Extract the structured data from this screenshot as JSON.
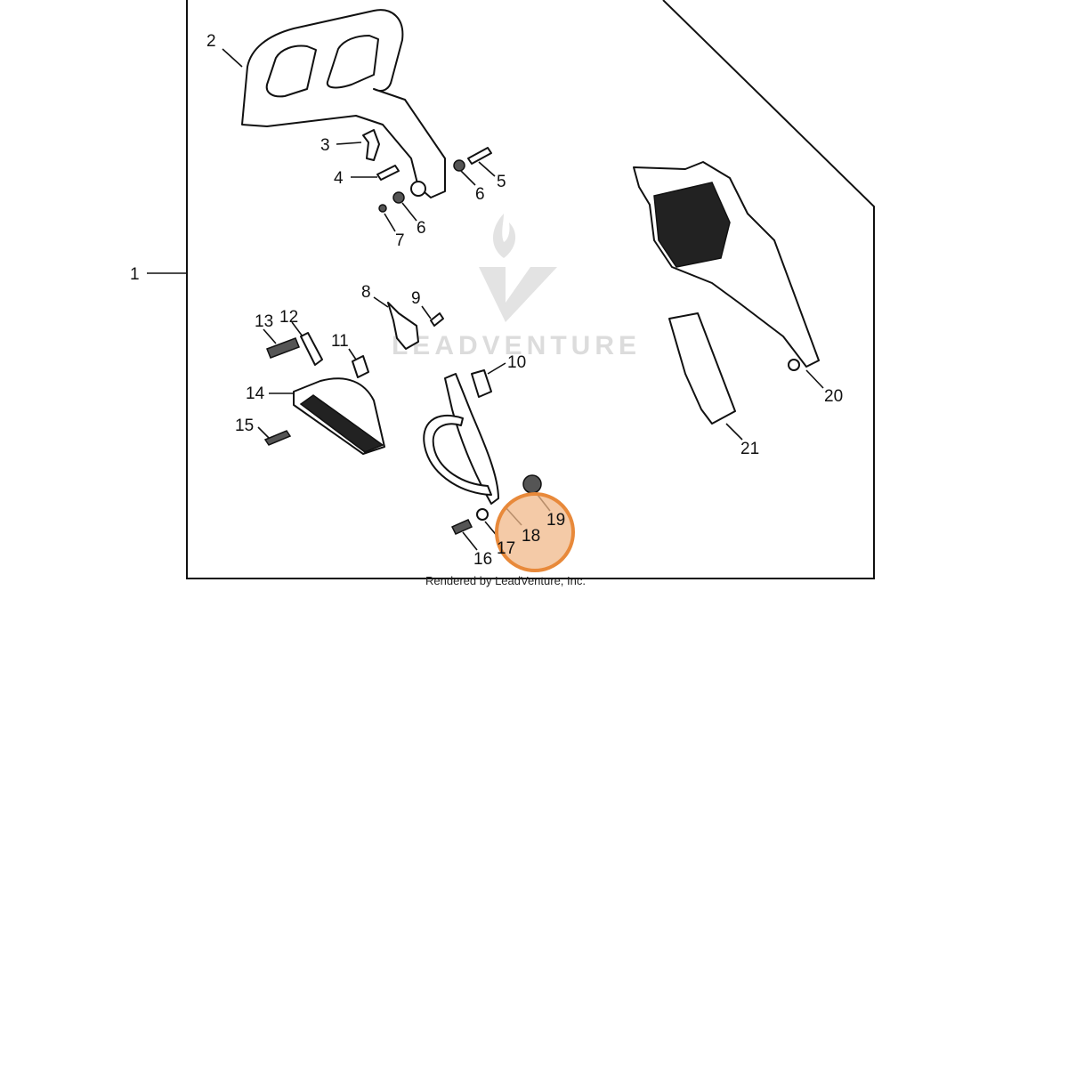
{
  "diagram": {
    "callouts": [
      {
        "id": "1",
        "label": "1"
      },
      {
        "id": "2",
        "label": "2"
      },
      {
        "id": "3",
        "label": "3"
      },
      {
        "id": "4",
        "label": "4"
      },
      {
        "id": "5",
        "label": "5"
      },
      {
        "id": "6a",
        "label": "6"
      },
      {
        "id": "6b",
        "label": "6"
      },
      {
        "id": "7",
        "label": "7"
      },
      {
        "id": "8",
        "label": "8"
      },
      {
        "id": "9",
        "label": "9"
      },
      {
        "id": "10",
        "label": "10"
      },
      {
        "id": "11",
        "label": "11"
      },
      {
        "id": "12",
        "label": "12"
      },
      {
        "id": "13",
        "label": "13"
      },
      {
        "id": "14",
        "label": "14"
      },
      {
        "id": "15",
        "label": "15"
      },
      {
        "id": "16",
        "label": "16"
      },
      {
        "id": "17",
        "label": "17"
      },
      {
        "id": "18",
        "label": "18"
      },
      {
        "id": "19",
        "label": "19"
      },
      {
        "id": "20",
        "label": "20"
      },
      {
        "id": "21",
        "label": "21"
      }
    ],
    "highlight": {
      "color": "#e8893a",
      "fill": "#f0b88a",
      "parts": [
        "17",
        "18",
        "19"
      ]
    },
    "watermark": "LEADVENTURE",
    "credit": "Rendered by LeadVenture, Inc."
  }
}
